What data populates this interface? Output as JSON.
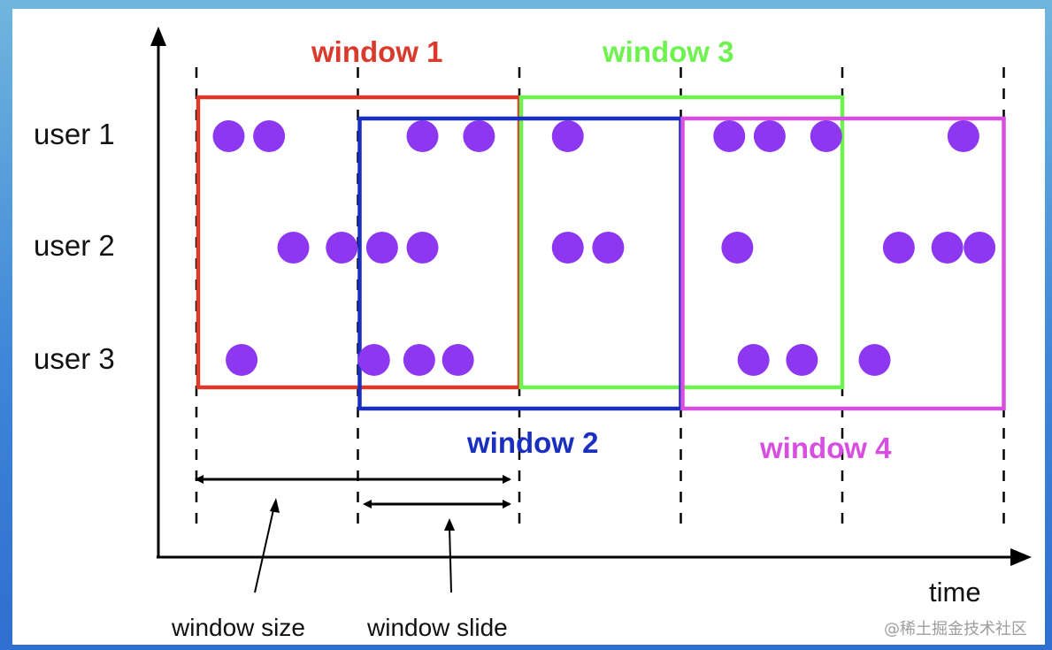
{
  "colors": {
    "window_1": "#d93a2b",
    "window_2": "#1a2fc0",
    "window_3": "#6df24f",
    "window_4": "#d64fe0",
    "event": "#8d37f0",
    "axis": "#000000"
  },
  "users": [
    "user 1",
    "user 2",
    "user 3"
  ],
  "windows": [
    {
      "label": "window 1",
      "color": "#d93a2b"
    },
    {
      "label": "window 2",
      "color": "#1a2fc0"
    },
    {
      "label": "window 3",
      "color": "#6df24f"
    },
    {
      "label": "window 4",
      "color": "#d64fe0"
    }
  ],
  "axis_label": "time",
  "annotations": {
    "window_size": "window size",
    "window_slide": "window slide"
  },
  "events": [
    {
      "user": 1,
      "t": 0.2
    },
    {
      "user": 1,
      "t": 0.45
    },
    {
      "user": 1,
      "t": 1.4
    },
    {
      "user": 1,
      "t": 1.75
    },
    {
      "user": 1,
      "t": 2.3
    },
    {
      "user": 1,
      "t": 3.3
    },
    {
      "user": 1,
      "t": 3.55
    },
    {
      "user": 1,
      "t": 3.9
    },
    {
      "user": 1,
      "t": 4.75
    },
    {
      "user": 2,
      "t": 0.6
    },
    {
      "user": 2,
      "t": 0.9
    },
    {
      "user": 2,
      "t": 1.15
    },
    {
      "user": 2,
      "t": 1.4
    },
    {
      "user": 2,
      "t": 2.3
    },
    {
      "user": 2,
      "t": 2.55
    },
    {
      "user": 2,
      "t": 3.35
    },
    {
      "user": 2,
      "t": 4.35
    },
    {
      "user": 2,
      "t": 4.65
    },
    {
      "user": 2,
      "t": 4.85
    },
    {
      "user": 3,
      "t": 0.28
    },
    {
      "user": 3,
      "t": 1.1
    },
    {
      "user": 3,
      "t": 1.38
    },
    {
      "user": 3,
      "t": 1.62
    },
    {
      "user": 3,
      "t": 3.45
    },
    {
      "user": 3,
      "t": 3.75
    },
    {
      "user": 3,
      "t": 4.2
    }
  ],
  "watermark": "@稀土掘金技术社区"
}
